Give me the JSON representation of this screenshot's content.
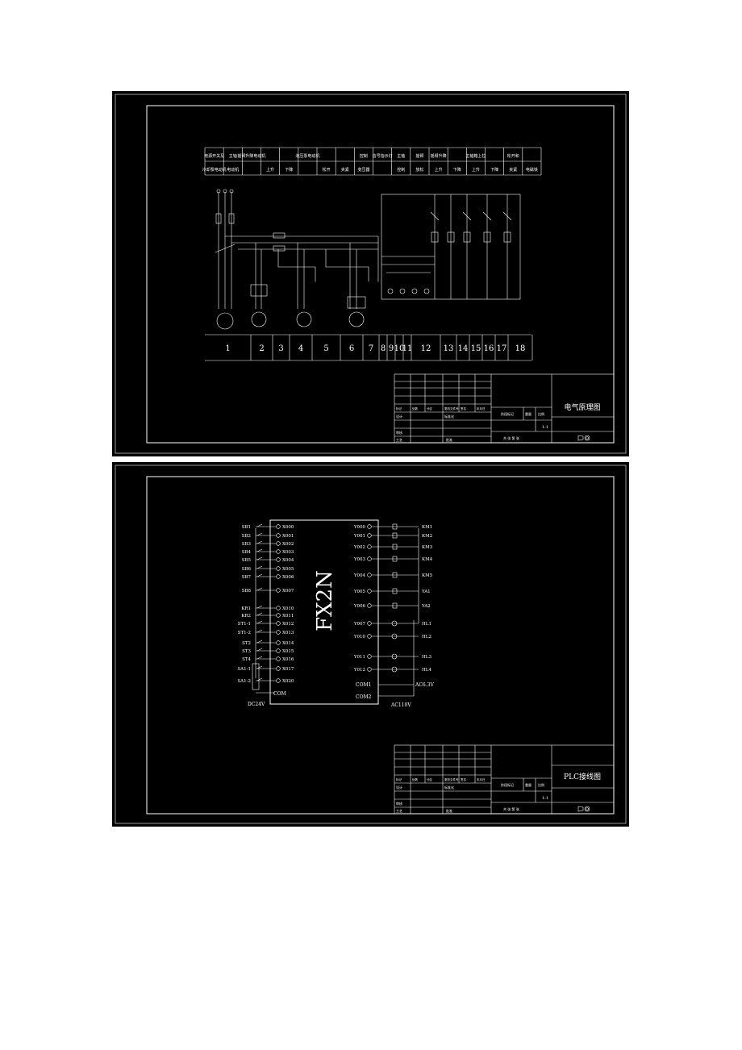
{
  "sheet1": {
    "header_cells": [
      {
        "top": "电源开关及",
        "bottom": "冷却泵电动机"
      },
      {
        "top": "主轴",
        "bottom": "电动机"
      },
      {
        "top": "摇臂升降电动机",
        "bottom": ""
      },
      {
        "top": "",
        "bottom": "上升"
      },
      {
        "top": "",
        "bottom": "下降"
      },
      {
        "top": "液压泵电动机",
        "bottom": ""
      },
      {
        "top": "",
        "bottom": "松开"
      },
      {
        "top": "",
        "bottom": "夹紧"
      },
      {
        "top": "控制",
        "bottom": "变压器"
      },
      {
        "top": "信号指示灯",
        "bottom": ""
      },
      {
        "top": "主轴",
        "bottom": "控制"
      },
      {
        "top": "摇臂",
        "bottom": "放松"
      },
      {
        "top": "摇臂升降",
        "bottom": "上升"
      },
      {
        "top": "",
        "bottom": "下降"
      },
      {
        "top": "主轴箱上拉",
        "bottom": "上升"
      },
      {
        "top": "",
        "bottom": "下降"
      },
      {
        "top": "松开和",
        "bottom": "夹紧"
      },
      {
        "top": "",
        "bottom": "电磁铁"
      }
    ],
    "zone_numbers": [
      "1",
      "2",
      "3",
      "4",
      "5",
      "6",
      "7",
      "8",
      "9",
      "10",
      "11",
      "12",
      "13",
      "14",
      "15",
      "16",
      "17",
      "18"
    ],
    "title_block": {
      "drawing_title": "电气原理图",
      "row_labels": [
        "标记",
        "处数",
        "分区",
        "更改文件号",
        "签名",
        "年月日"
      ],
      "designer": "设计",
      "standard": "标准化",
      "review": "审核",
      "process": "工艺",
      "approve": "批准",
      "stage": "阶段标记",
      "weight": "重量",
      "scale_label": "比例",
      "scale": "1:1",
      "sheet_info": "共  张 第  张"
    }
  },
  "sheet2": {
    "plc_model": "FX2N",
    "inputs": [
      {
        "device": "SB1",
        "terminal": "X000"
      },
      {
        "device": "SB2",
        "terminal": "X001"
      },
      {
        "device": "SB3",
        "terminal": "X002"
      },
      {
        "device": "SB4",
        "terminal": "X003"
      },
      {
        "device": "SB5",
        "terminal": "X004"
      },
      {
        "device": "SB6",
        "terminal": "X005"
      },
      {
        "device": "SB7",
        "terminal": "X006"
      },
      {
        "device": "SB8",
        "terminal": "X007"
      },
      {
        "device": "KR1",
        "terminal": "X010"
      },
      {
        "device": "KR2",
        "terminal": "X011"
      },
      {
        "device": "ST1-1",
        "terminal": "X012"
      },
      {
        "device": "ST1-2",
        "terminal": "X013"
      },
      {
        "device": "ST2",
        "terminal": "X014"
      },
      {
        "device": "ST3",
        "terminal": "X015"
      },
      {
        "device": "ST4",
        "terminal": "X016"
      },
      {
        "device": "SA1-1",
        "terminal": "X017"
      },
      {
        "device": "SA1-2",
        "terminal": "X020"
      }
    ],
    "input_com": "COM",
    "input_supply": "DC24V",
    "outputs": [
      {
        "terminal": "Y000",
        "device": "KM1"
      },
      {
        "terminal": "Y001",
        "device": "KM2"
      },
      {
        "terminal": "Y002",
        "device": "KM3"
      },
      {
        "terminal": "Y003",
        "device": "KM4"
      },
      {
        "terminal": "Y004",
        "device": "KM5"
      },
      {
        "terminal": "Y005",
        "device": "YA1"
      },
      {
        "terminal": "Y006",
        "device": "YA2"
      },
      {
        "terminal": "Y007",
        "device": "HL1"
      },
      {
        "terminal": "Y010",
        "device": "HL2"
      },
      {
        "terminal": "Y011",
        "device": "HL3"
      },
      {
        "terminal": "Y012",
        "device": "HL4"
      }
    ],
    "output_coms": [
      "COM1",
      "COM2"
    ],
    "output_supplies": [
      "AC6.3V",
      "AC110V"
    ],
    "title_block": {
      "drawing_title": "PLC接线图",
      "row_labels": [
        "标记",
        "处数",
        "分区",
        "更改文件号",
        "签名",
        "年月日"
      ],
      "designer": "设计",
      "standard": "标准化",
      "review": "审核",
      "process": "工艺",
      "approve": "批准",
      "stage": "阶段标记",
      "weight": "重量",
      "scale_label": "比例",
      "scale": "1:1",
      "sheet_info": "共  张 第  张"
    }
  }
}
